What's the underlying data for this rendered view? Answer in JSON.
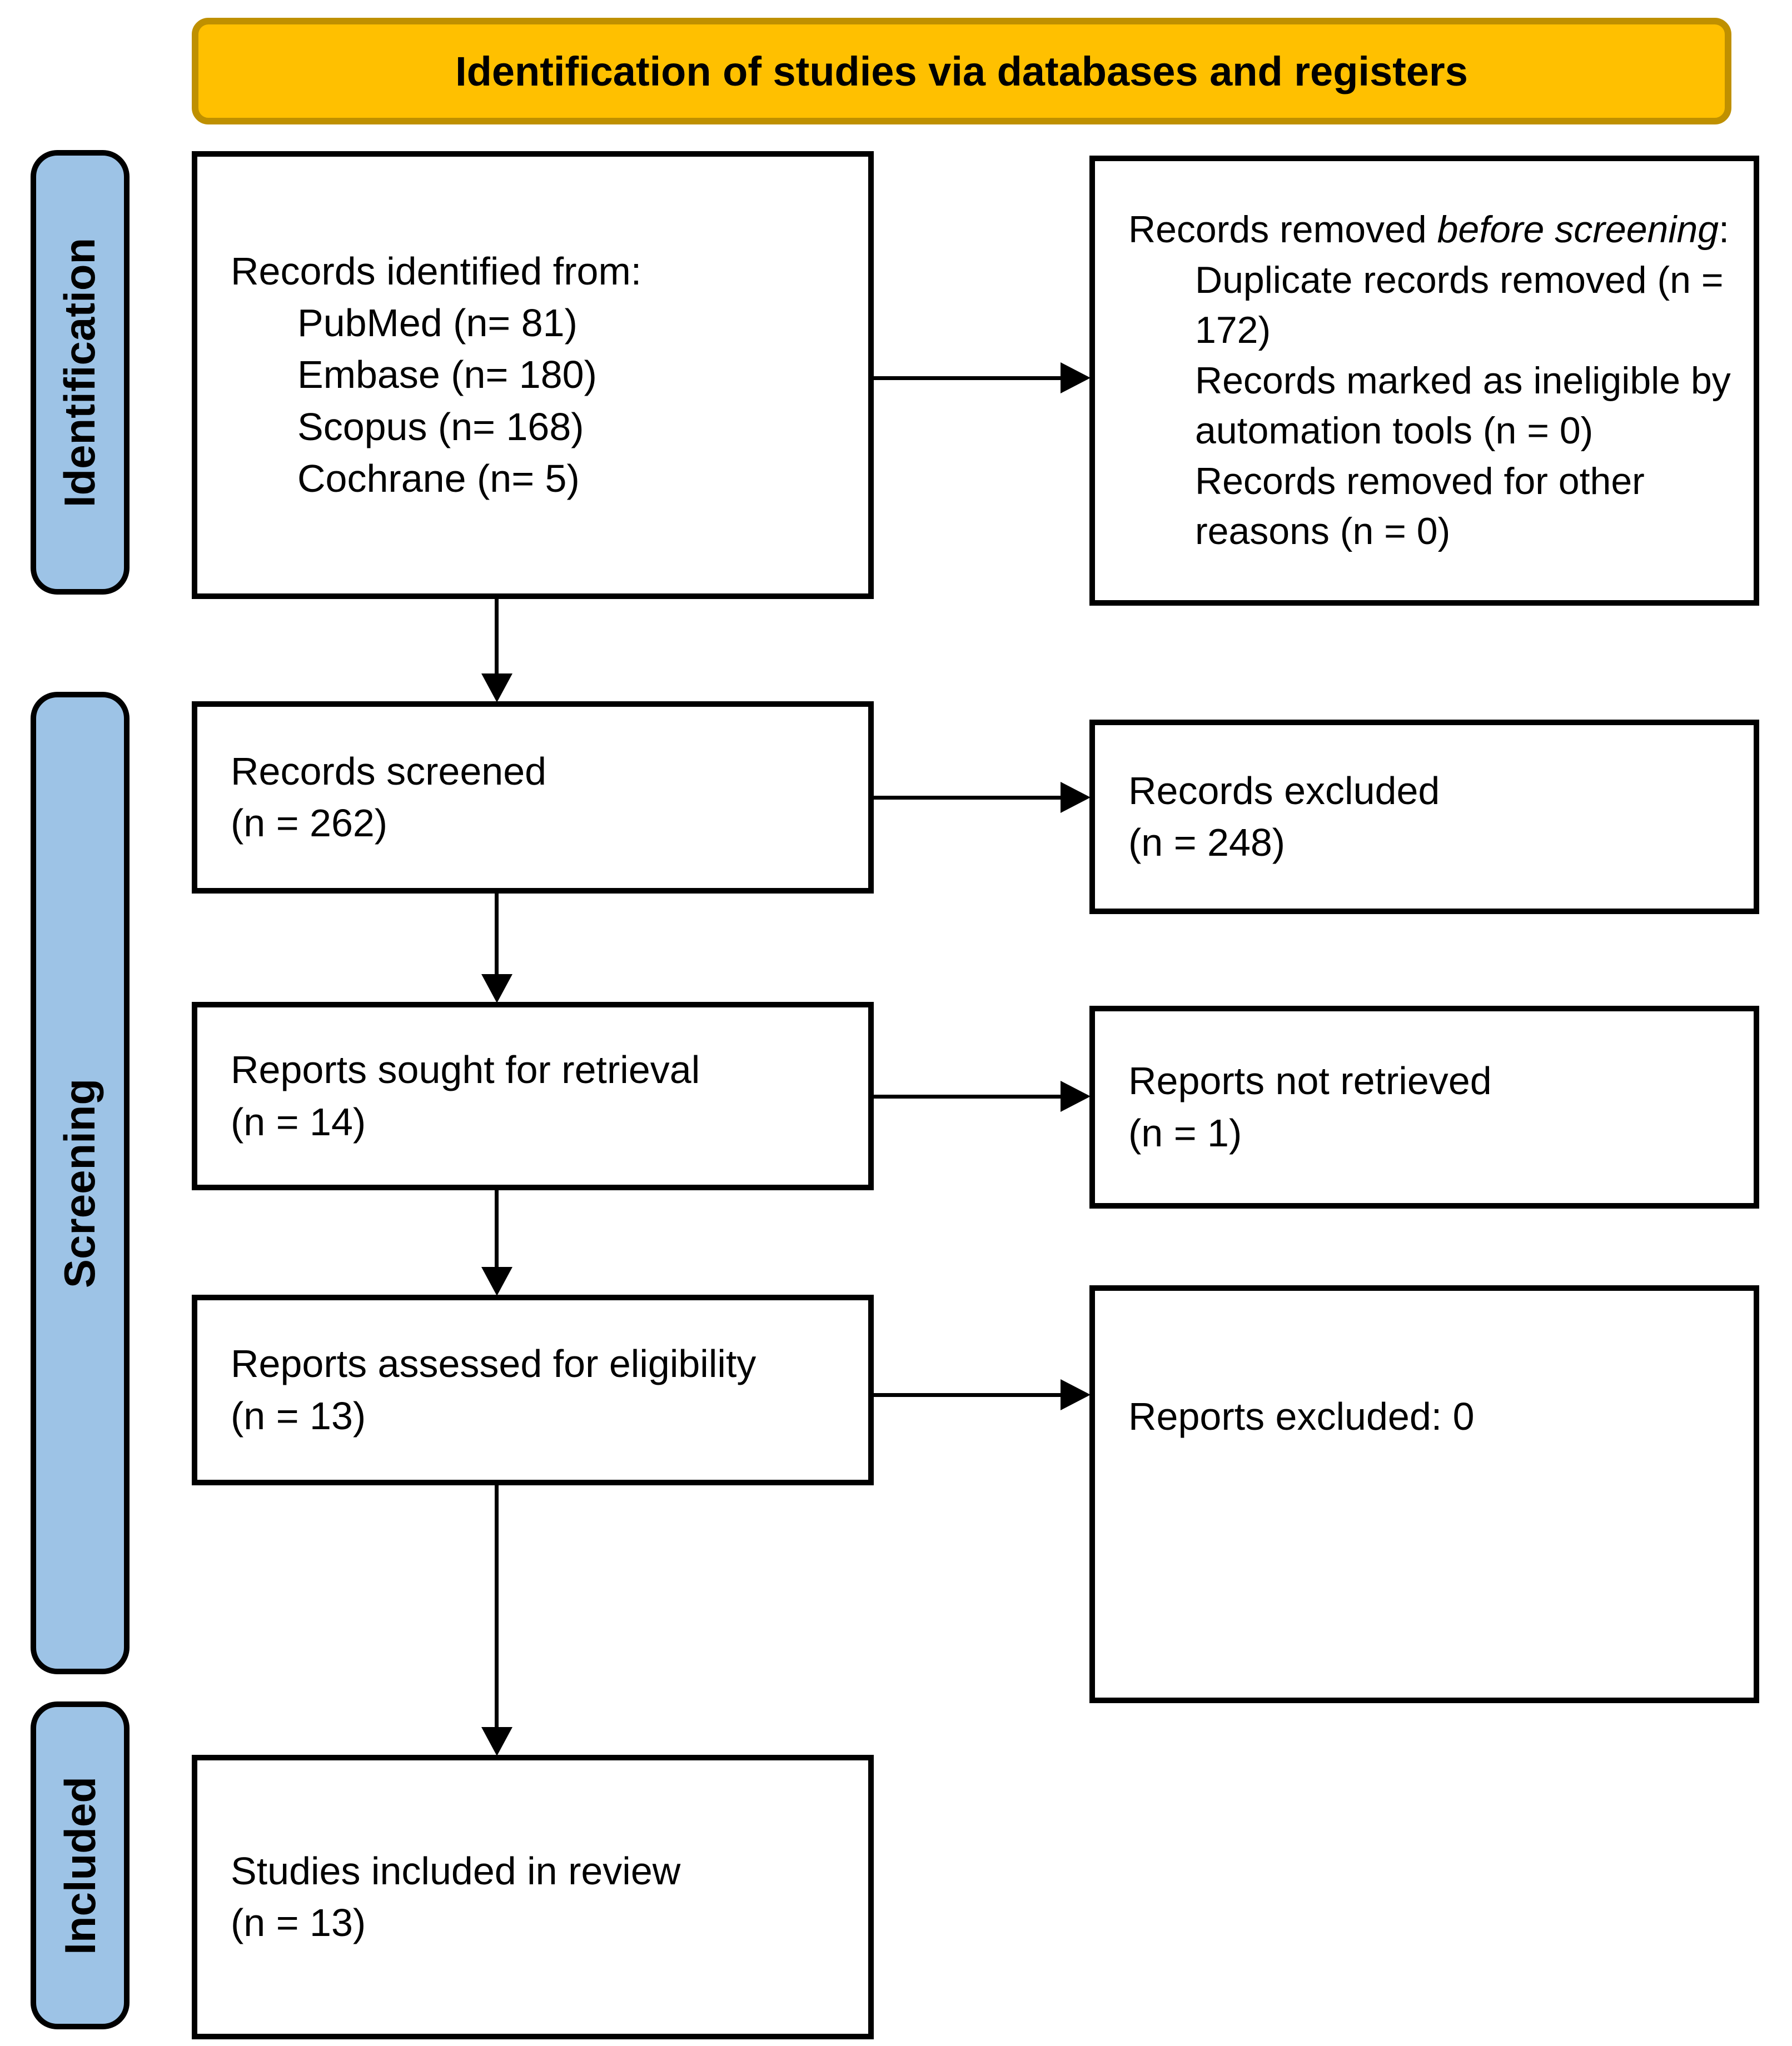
{
  "banner": {
    "title": "Identification of studies via databases and registers"
  },
  "stages": [
    {
      "id": "identification",
      "label": "Identification"
    },
    {
      "id": "screening",
      "label": "Screening"
    },
    {
      "id": "included",
      "label": "Included"
    }
  ],
  "boxes": {
    "identified": {
      "heading": "Records identified from:",
      "items": [
        "PubMed (n= 81)",
        "Embase (n= 180)",
        "Scopus (n= 168)",
        "Cochrane (n= 5)"
      ]
    },
    "removed": {
      "prefix": "Records removed ",
      "italic": "before screening",
      "suffix": ":",
      "items": [
        "Duplicate records removed (n = 172)",
        "Records marked as ineligible by automation tools (n = 0)",
        "Records removed for other reasons (n = 0)"
      ]
    },
    "screened": {
      "line1": "Records screened",
      "line2": "(n = 262)"
    },
    "records_excluded": {
      "line1": "Records excluded",
      "line2": "(n = 248)"
    },
    "sought": {
      "line1": "Reports sought for retrieval",
      "line2": "(n = 14)"
    },
    "not_retrieved": {
      "line1": "Reports not retrieved",
      "line2": "(n = 1)"
    },
    "assessed": {
      "line1": "Reports assessed for eligibility",
      "line2": "(n = 13)"
    },
    "reports_excluded": {
      "line1": "Reports excluded: 0"
    },
    "included_review": {
      "line1": "Studies included in review",
      "line2": "(n = 13)"
    }
  },
  "colors": {
    "banner_fill": "#FFC000",
    "banner_border": "#BF9000",
    "stage_fill": "#9DC3E6",
    "box_border": "#000000"
  }
}
